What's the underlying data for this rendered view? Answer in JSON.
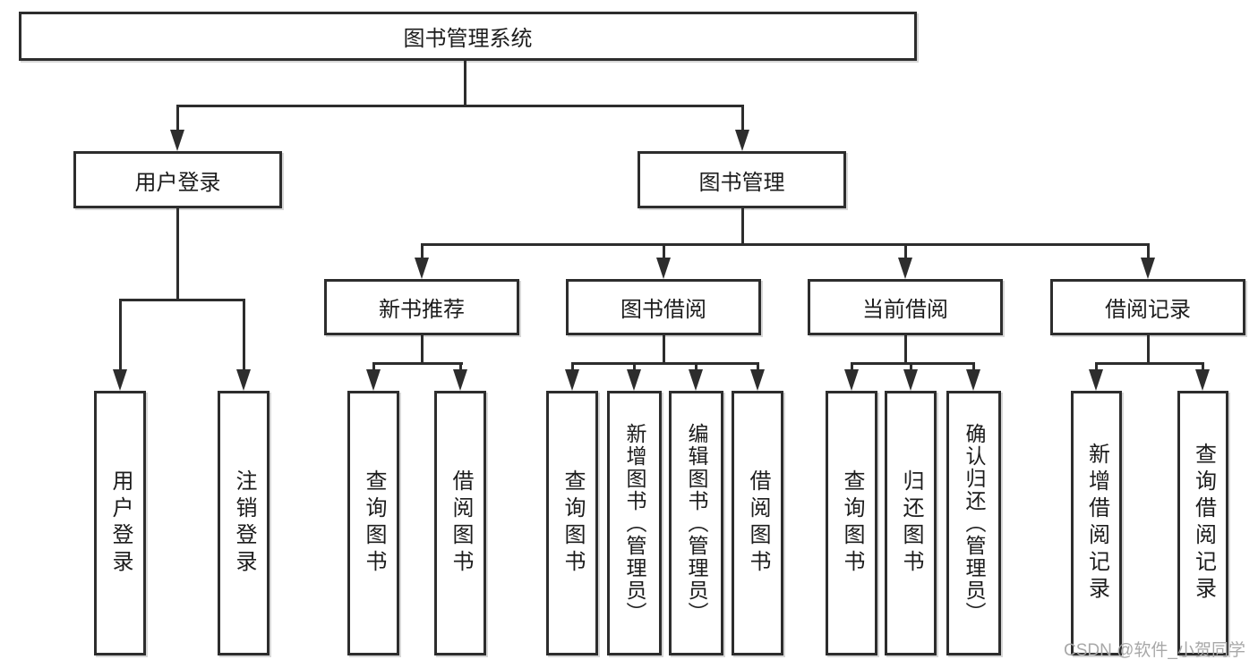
{
  "diagram": {
    "title": "图书管理系统",
    "level2": [
      "用户登录",
      "图书管理"
    ],
    "level3": [
      "新书推荐",
      "图书借阅",
      "当前借阅",
      "借阅记录"
    ],
    "leaves": {
      "user_login": [
        "用户登录",
        "注销登录"
      ],
      "new_book_recommend": [
        "查询图书",
        "借阅图书"
      ],
      "book_borrow": [
        "查询图书",
        "新增图书（管理员）",
        "编辑图书（管理员）",
        "借阅图书"
      ],
      "current_borrow": [
        "查询图书",
        "归还图书",
        "确认归还（管理员）"
      ],
      "borrow_records": [
        "新增借阅记录",
        "查询借阅记录"
      ]
    },
    "watermark": "CSDN @软件_小贺同学",
    "colors": {
      "line": "#2d2d2d",
      "text": "#1c1c1c",
      "watermark": "#a8a8a8",
      "background": "#ffffff"
    }
  }
}
